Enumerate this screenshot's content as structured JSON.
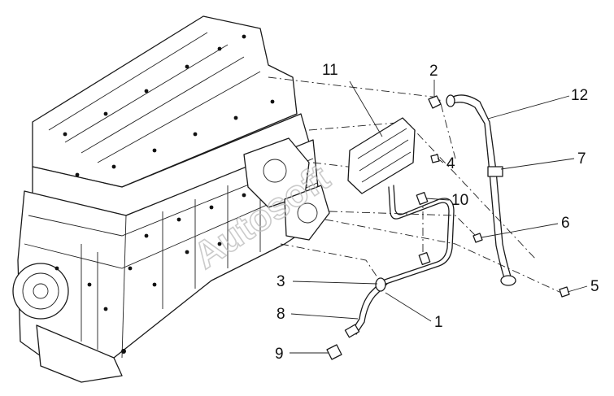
{
  "watermark": "Autosoft",
  "callouts": [
    {
      "id": "1",
      "label": "1"
    },
    {
      "id": "2",
      "label": "2"
    },
    {
      "id": "3",
      "label": "3"
    },
    {
      "id": "4",
      "label": "4"
    },
    {
      "id": "5",
      "label": "5"
    },
    {
      "id": "6",
      "label": "6"
    },
    {
      "id": "7",
      "label": "7"
    },
    {
      "id": "8",
      "label": "8"
    },
    {
      "id": "9",
      "label": "9"
    },
    {
      "id": "10",
      "label": "10"
    },
    {
      "id": "11",
      "label": "11"
    },
    {
      "id": "12",
      "label": "12"
    }
  ]
}
